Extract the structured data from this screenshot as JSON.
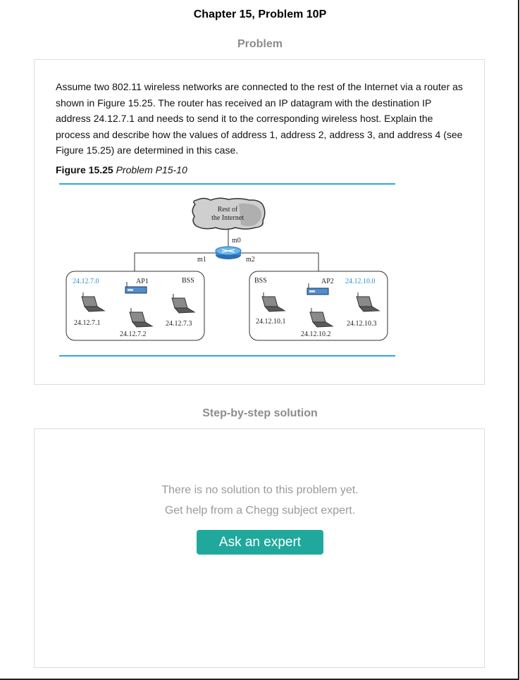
{
  "header": {
    "title": "Chapter 15, Problem 10P"
  },
  "problem": {
    "heading": "Problem",
    "text": "Assume two 802.11 wireless networks are connected to the rest of the Internet via a router as shown in Figure 15.25. The router has received an IP datagram with the destination IP address 24.12.7.1 and needs to send it to the corresponding wireless host. Explain the process and describe how the values of address 1, address 2, address 3, and address 4 (see Figure 15.25) are determined in this case.",
    "figure_label": "Figure 15.25",
    "figure_title": "Problem P15-10"
  },
  "figure": {
    "cloud_line1": "Rest of",
    "cloud_line2": "the Internet",
    "iface_m0": "m0",
    "iface_m1": "m1",
    "iface_m2": "m2",
    "left_bss": {
      "net": "24.12.7.0",
      "ap": "AP1",
      "bss": "BSS",
      "hosts": [
        "24.12.7.1",
        "24.12.7.2",
        "24.12.7.3"
      ]
    },
    "right_bss": {
      "net": "24.12.10.0",
      "ap": "AP2",
      "bss": "BSS",
      "hosts": [
        "24.12.10.1",
        "24.12.10.2",
        "24.12.10.3"
      ]
    },
    "accent_color": "#29a9e0"
  },
  "solution": {
    "heading": "Step-by-step solution",
    "empty_line1": "There is no solution to this problem yet.",
    "empty_line2": "Get help from a Chegg subject expert.",
    "button_label": "Ask an expert",
    "button_color": "#20a89c"
  }
}
